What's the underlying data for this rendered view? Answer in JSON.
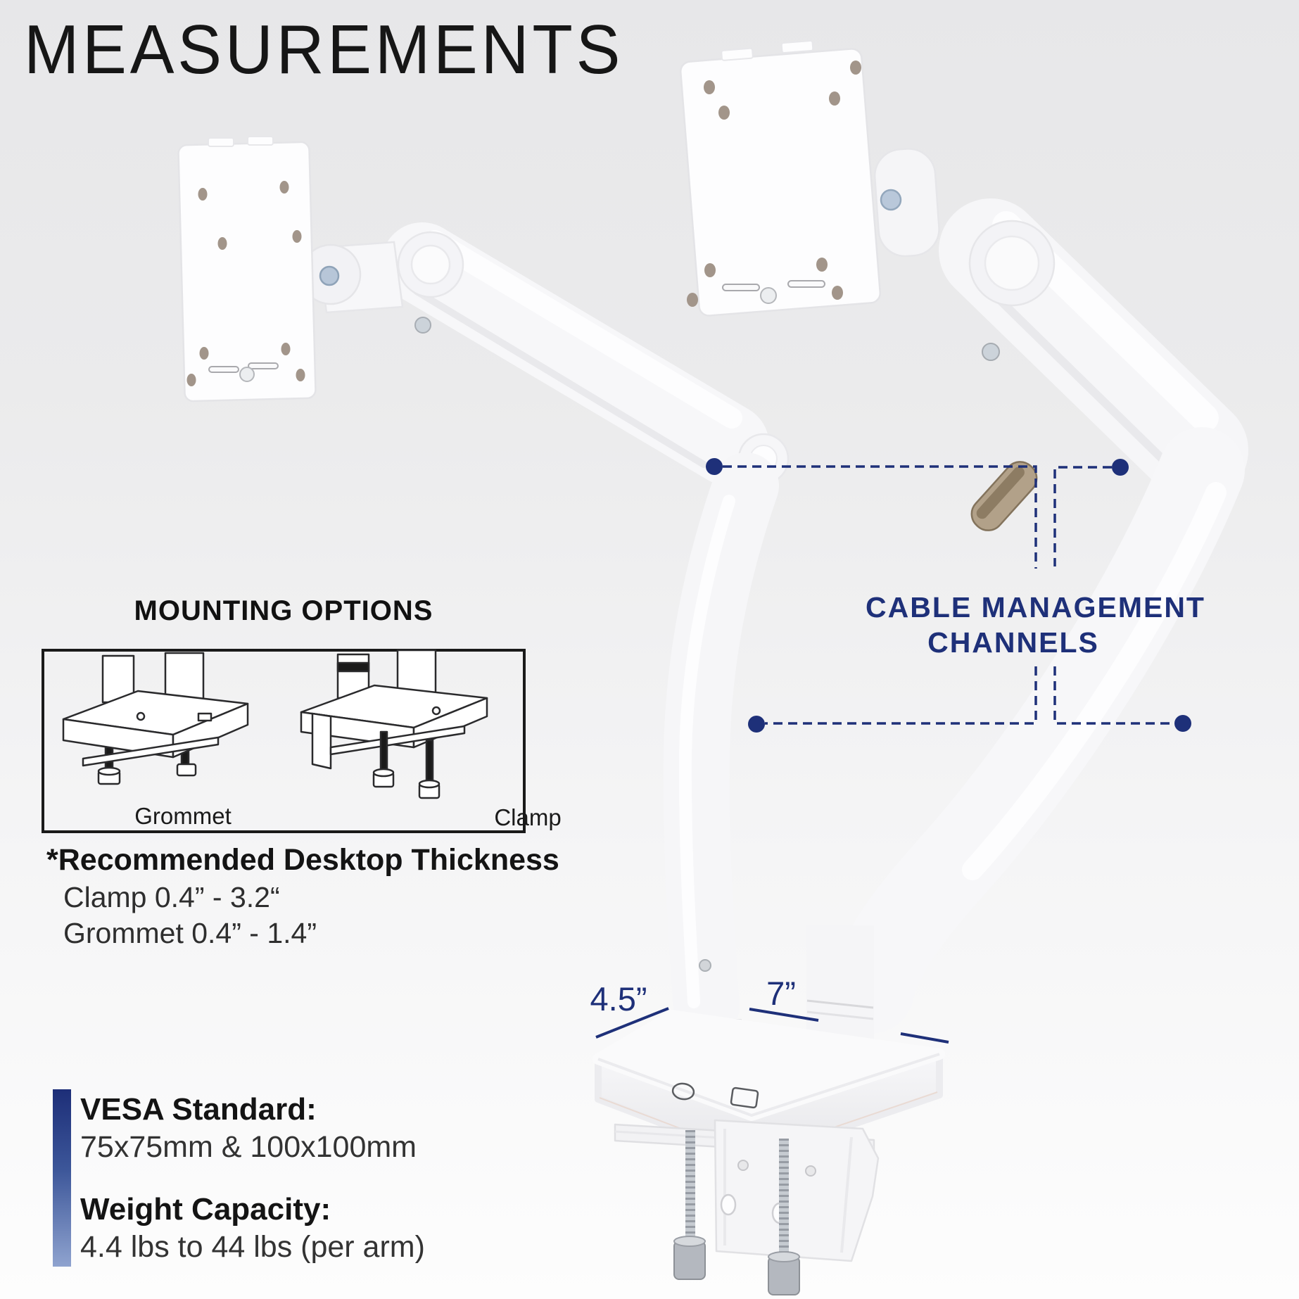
{
  "title": "MEASUREMENTS",
  "mounting_options": {
    "heading": "MOUNTING OPTIONS",
    "grommet_label": "Grommet",
    "clamp_label": "Clamp"
  },
  "desktop_thickness": {
    "heading": "*Recommended Desktop Thickness",
    "clamp_range": "Clamp 0.4” - 3.2“",
    "grommet_range": "Grommet 0.4” - 1.4”"
  },
  "cable_management": {
    "line1": "CABLE MANAGEMENT",
    "line2": "CHANNELS"
  },
  "base_measurements": {
    "depth": "4.5”",
    "width": "7”"
  },
  "specs": {
    "vesa_heading": "VESA Standard:",
    "vesa_value": "75x75mm & 100x100mm",
    "weight_heading": "Weight Capacity:",
    "weight_value": "4.4 lbs to 44 lbs (per arm)"
  },
  "colors": {
    "accent_navy": "#1e3079",
    "title_black": "#161616",
    "line_art_black": "#2a2a2c",
    "arm_white": "#f8f8fa"
  }
}
